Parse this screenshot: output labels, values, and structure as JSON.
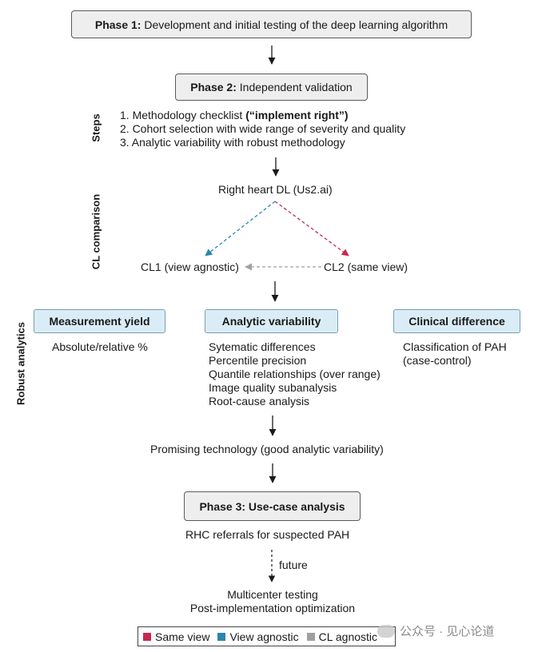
{
  "phase1": {
    "label": "Phase 1:",
    "text": " Development and initial testing of the deep learning algorithm"
  },
  "phase2": {
    "label": "Phase 2:",
    "text": " Independent validation"
  },
  "steps": {
    "side_label": "Steps",
    "items": [
      {
        "pre": "1. Methodology checklist ",
        "bold": "(“implement right”)"
      },
      {
        "pre": "2. Cohort selection with wide range of severity and quality",
        "bold": ""
      },
      {
        "pre": "3. Analytic variability with robust methodology",
        "bold": ""
      }
    ]
  },
  "cl_comparison": {
    "side_label": "CL comparison",
    "top": "Right heart DL (Us2.ai)",
    "left": "CL1 (view agnostic)",
    "right": "CL2 (same view)"
  },
  "robust": {
    "side_label": "Robust analytics",
    "measurement_yield": {
      "title": "Measurement yield",
      "items": [
        "Absolute/relative %"
      ]
    },
    "analytic_variability": {
      "title": "Analytic variability",
      "items": [
        "Sytematic differences",
        "Percentile precision",
        "Quantile relationships (over range)",
        "Image quality subanalysis",
        "Root-cause analysis"
      ]
    },
    "clinical_difference": {
      "title": "Clinical difference",
      "items": [
        "Classification of PAH",
        "(case-control)"
      ]
    }
  },
  "promising": "Promising technology (good analytic variability)",
  "phase3": {
    "label": "Phase 3: Use-case analysis"
  },
  "rhc": "RHC referrals for suspected PAH",
  "future_label": "future",
  "final": [
    "Multicenter testing",
    "Post-implementation optimization"
  ],
  "legend": [
    {
      "label": "Same view",
      "color": "#c8264f"
    },
    {
      "label": "View agnostic",
      "color": "#2b86ab"
    },
    {
      "label": "CL agnostic",
      "color": "#a0a0a0"
    }
  ],
  "watermark": "公众号 · 见心论道",
  "colors": {
    "same_view": "#c8264f",
    "view_agnostic": "#2b86ab",
    "cl_agnostic": "#a0a0a0"
  }
}
